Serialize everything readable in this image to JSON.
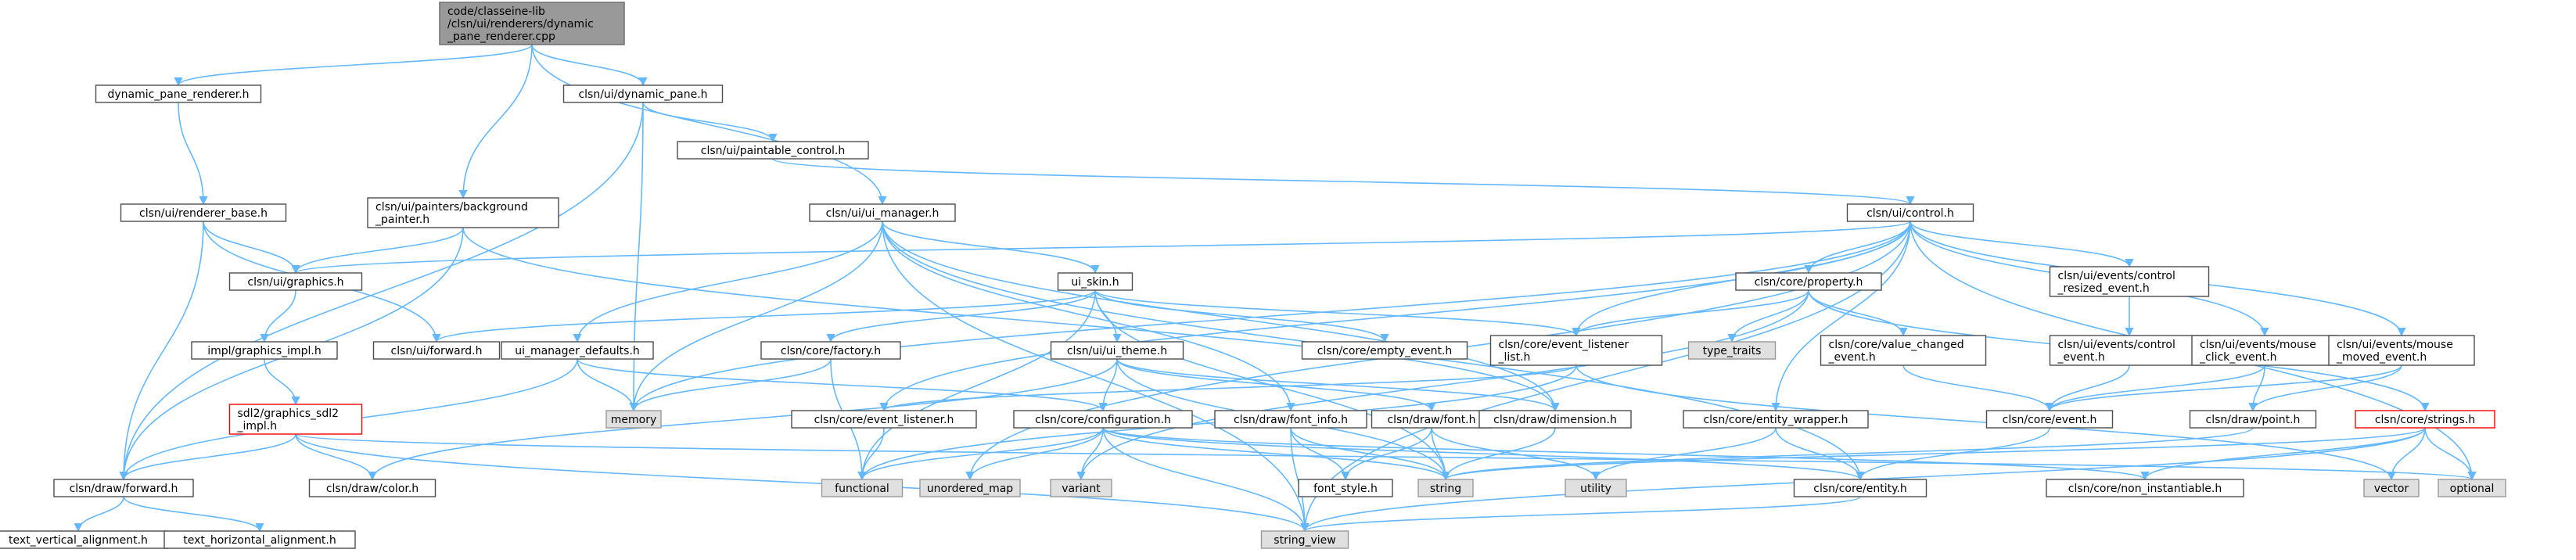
{
  "diagram": {
    "title": "",
    "colors": {
      "edge": "#63b8ff",
      "node_border": "#4d4d4d",
      "root_fill": "#999999",
      "system_fill": "#e0e0e0",
      "incomplete_border": "#ff0000"
    },
    "nodes": [
      {
        "id": "root",
        "lines": [
          "code/classeine-lib",
          "/clsn/ui/renderers/dynamic",
          "_pane_renderer.cpp"
        ],
        "kind": "root"
      },
      {
        "id": "dynamic_pane_renderer_h",
        "lines": [
          "dynamic_pane_renderer.h"
        ],
        "kind": "normal"
      },
      {
        "id": "dynamic_pane_h",
        "lines": [
          "clsn/ui/dynamic_pane.h"
        ],
        "kind": "normal"
      },
      {
        "id": "renderer_base_h",
        "lines": [
          "clsn/ui/renderer_base.h"
        ],
        "kind": "normal"
      },
      {
        "id": "paintable_control_h",
        "lines": [
          "clsn/ui/paintable_control.h"
        ],
        "kind": "normal"
      },
      {
        "id": "background_painter_h",
        "lines": [
          "clsn/ui/painters/background",
          "_painter.h"
        ],
        "kind": "normal"
      },
      {
        "id": "ui_manager_h",
        "lines": [
          "clsn/ui/ui_manager.h"
        ],
        "kind": "normal"
      },
      {
        "id": "control_h",
        "lines": [
          "clsn/ui/control.h"
        ],
        "kind": "normal"
      },
      {
        "id": "graphics_h",
        "lines": [
          "clsn/ui/graphics.h"
        ],
        "kind": "normal"
      },
      {
        "id": "ui_skin_h",
        "lines": [
          "ui_skin.h"
        ],
        "kind": "normal"
      },
      {
        "id": "property_h",
        "lines": [
          "clsn/core/property.h"
        ],
        "kind": "normal"
      },
      {
        "id": "control_resized_event_h",
        "lines": [
          "clsn/ui/events/control",
          "_resized_event.h"
        ],
        "kind": "normal"
      },
      {
        "id": "graphics_impl_h",
        "lines": [
          "impl/graphics_impl.h"
        ],
        "kind": "normal"
      },
      {
        "id": "ui_forward_h",
        "lines": [
          "clsn/ui/forward.h"
        ],
        "kind": "normal"
      },
      {
        "id": "ui_manager_defaults_h",
        "lines": [
          "ui_manager_defaults.h"
        ],
        "kind": "normal"
      },
      {
        "id": "factory_h",
        "lines": [
          "clsn/core/factory.h"
        ],
        "kind": "normal"
      },
      {
        "id": "ui_theme_h",
        "lines": [
          "clsn/ui/ui_theme.h"
        ],
        "kind": "normal"
      },
      {
        "id": "empty_event_h",
        "lines": [
          "clsn/core/empty_event.h"
        ],
        "kind": "normal"
      },
      {
        "id": "event_listener_list_h",
        "lines": [
          "clsn/core/event_listener",
          "_list.h"
        ],
        "kind": "normal"
      },
      {
        "id": "type_traits",
        "lines": [
          "type_traits"
        ],
        "kind": "system"
      },
      {
        "id": "value_changed_event_h",
        "lines": [
          "clsn/core/value_changed",
          "_event.h"
        ],
        "kind": "normal"
      },
      {
        "id": "control_event_h",
        "lines": [
          "clsn/ui/events/control",
          "_event.h"
        ],
        "kind": "normal"
      },
      {
        "id": "mouse_click_event_h",
        "lines": [
          "clsn/ui/events/mouse",
          "_click_event.h"
        ],
        "kind": "normal"
      },
      {
        "id": "mouse_moved_event_h",
        "lines": [
          "clsn/ui/events/mouse",
          "_moved_event.h"
        ],
        "kind": "normal"
      },
      {
        "id": "graphics_sdl2_impl_h",
        "lines": [
          "sdl2/graphics_sdl2",
          "_impl.h"
        ],
        "kind": "incomplete"
      },
      {
        "id": "memory",
        "lines": [
          "memory"
        ],
        "kind": "system"
      },
      {
        "id": "event_listener_h",
        "lines": [
          "clsn/core/event_listener.h"
        ],
        "kind": "normal"
      },
      {
        "id": "configuration_h",
        "lines": [
          "clsn/core/configuration.h"
        ],
        "kind": "normal"
      },
      {
        "id": "font_info_h",
        "lines": [
          "clsn/draw/font_info.h"
        ],
        "kind": "normal"
      },
      {
        "id": "font_h",
        "lines": [
          "clsn/draw/font.h"
        ],
        "kind": "normal"
      },
      {
        "id": "dimension_h",
        "lines": [
          "clsn/draw/dimension.h"
        ],
        "kind": "normal"
      },
      {
        "id": "entity_wrapper_h",
        "lines": [
          "clsn/core/entity_wrapper.h"
        ],
        "kind": "normal"
      },
      {
        "id": "event_h",
        "lines": [
          "clsn/core/event.h"
        ],
        "kind": "normal"
      },
      {
        "id": "point_h",
        "lines": [
          "clsn/draw/point.h"
        ],
        "kind": "normal"
      },
      {
        "id": "strings_h",
        "lines": [
          "clsn/core/strings.h"
        ],
        "kind": "incomplete"
      },
      {
        "id": "draw_forward_h",
        "lines": [
          "clsn/draw/forward.h"
        ],
        "kind": "normal"
      },
      {
        "id": "color_h",
        "lines": [
          "clsn/draw/color.h"
        ],
        "kind": "normal"
      },
      {
        "id": "functional",
        "lines": [
          "functional"
        ],
        "kind": "system"
      },
      {
        "id": "unordered_map",
        "lines": [
          "unordered_map"
        ],
        "kind": "system"
      },
      {
        "id": "variant",
        "lines": [
          "variant"
        ],
        "kind": "system"
      },
      {
        "id": "font_style_h",
        "lines": [
          "font_style.h"
        ],
        "kind": "normal"
      },
      {
        "id": "string",
        "lines": [
          "string"
        ],
        "kind": "system"
      },
      {
        "id": "utility",
        "lines": [
          "utility"
        ],
        "kind": "system"
      },
      {
        "id": "entity_h",
        "lines": [
          "clsn/core/entity.h"
        ],
        "kind": "normal"
      },
      {
        "id": "non_instantiable_h",
        "lines": [
          "clsn/core/non_instantiable.h"
        ],
        "kind": "normal"
      },
      {
        "id": "vector",
        "lines": [
          "vector"
        ],
        "kind": "system"
      },
      {
        "id": "optional",
        "lines": [
          "optional"
        ],
        "kind": "system"
      },
      {
        "id": "text_vertical_alignment_h",
        "lines": [
          "text_vertical_alignment.h"
        ],
        "kind": "normal"
      },
      {
        "id": "text_horizontal_alignment_h",
        "lines": [
          "text_horizontal_alignment.h"
        ],
        "kind": "normal"
      },
      {
        "id": "string_view",
        "lines": [
          "string_view"
        ],
        "kind": "system"
      }
    ],
    "edges": [
      [
        "root",
        "dynamic_pane_renderer_h"
      ],
      [
        "root",
        "dynamic_pane_h"
      ],
      [
        "root",
        "background_painter_h"
      ],
      [
        "root",
        "ui_manager_h"
      ],
      [
        "dynamic_pane_renderer_h",
        "renderer_base_h"
      ],
      [
        "dynamic_pane_h",
        "paintable_control_h"
      ],
      [
        "dynamic_pane_h",
        "memory"
      ],
      [
        "dynamic_pane_h",
        "draw_forward_h"
      ],
      [
        "paintable_control_h",
        "control_h"
      ],
      [
        "renderer_base_h",
        "graphics_h"
      ],
      [
        "renderer_base_h",
        "ui_forward_h"
      ],
      [
        "renderer_base_h",
        "draw_forward_h"
      ],
      [
        "background_painter_h",
        "graphics_h"
      ],
      [
        "background_painter_h",
        "draw_forward_h"
      ],
      [
        "background_painter_h",
        "dimension_h"
      ],
      [
        "ui_manager_h",
        "ui_skin_h"
      ],
      [
        "ui_manager_h",
        "ui_manager_defaults_h"
      ],
      [
        "ui_manager_h",
        "memory"
      ],
      [
        "ui_manager_h",
        "string_view"
      ],
      [
        "ui_manager_h",
        "entity_h"
      ],
      [
        "ui_manager_h",
        "font_info_h"
      ],
      [
        "ui_manager_h",
        "dimension_h"
      ],
      [
        "control_h",
        "graphics_h"
      ],
      [
        "control_h",
        "property_h"
      ],
      [
        "control_h",
        "control_resized_event_h"
      ],
      [
        "control_h",
        "mouse_click_event_h"
      ],
      [
        "control_h",
        "mouse_moved_event_h"
      ],
      [
        "control_h",
        "event_listener_list_h"
      ],
      [
        "control_h",
        "entity_wrapper_h"
      ],
      [
        "control_h",
        "memory"
      ],
      [
        "control_h",
        "optional"
      ],
      [
        "control_h",
        "string_view"
      ],
      [
        "control_h",
        "unordered_map"
      ],
      [
        "control_h",
        "event_listener_h"
      ],
      [
        "graphics_h",
        "graphics_impl_h"
      ],
      [
        "graphics_impl_h",
        "graphics_sdl2_impl_h"
      ],
      [
        "graphics_sdl2_impl_h",
        "draw_forward_h"
      ],
      [
        "graphics_sdl2_impl_h",
        "color_h"
      ],
      [
        "graphics_sdl2_impl_h",
        "optional"
      ],
      [
        "graphics_sdl2_impl_h",
        "string_view"
      ],
      [
        "ui_skin_h",
        "ui_forward_h"
      ],
      [
        "ui_skin_h",
        "factory_h"
      ],
      [
        "ui_skin_h",
        "ui_theme_h"
      ],
      [
        "ui_skin_h",
        "empty_event_h"
      ],
      [
        "ui_skin_h",
        "event_listener_list_h"
      ],
      [
        "ui_skin_h",
        "functional"
      ],
      [
        "ui_skin_h",
        "string"
      ],
      [
        "ui_manager_defaults_h",
        "configuration_h"
      ],
      [
        "ui_manager_defaults_h",
        "memory"
      ],
      [
        "ui_manager_defaults_h",
        "draw_forward_h"
      ],
      [
        "factory_h",
        "memory"
      ],
      [
        "factory_h",
        "functional"
      ],
      [
        "ui_theme_h",
        "configuration_h"
      ],
      [
        "ui_theme_h",
        "font_h"
      ],
      [
        "ui_theme_h",
        "dimension_h"
      ],
      [
        "ui_theme_h",
        "color_h"
      ],
      [
        "ui_theme_h",
        "string"
      ],
      [
        "property_h",
        "type_traits"
      ],
      [
        "property_h",
        "value_changed_event_h"
      ],
      [
        "property_h",
        "event_listener_list_h"
      ],
      [
        "property_h",
        "strings_h"
      ],
      [
        "property_h",
        "variant"
      ],
      [
        "control_resized_event_h",
        "control_event_h"
      ],
      [
        "control_event_h",
        "event_h"
      ],
      [
        "mouse_click_event_h",
        "event_h"
      ],
      [
        "mouse_click_event_h",
        "point_h"
      ],
      [
        "mouse_moved_event_h",
        "event_h"
      ],
      [
        "mouse_moved_event_h",
        "point_h"
      ],
      [
        "value_changed_event_h",
        "event_h"
      ],
      [
        "event_listener_list_h",
        "event_listener_h"
      ],
      [
        "event_listener_list_h",
        "vector"
      ],
      [
        "event_listener_list_h",
        "functional"
      ],
      [
        "event_listener_h",
        "functional"
      ],
      [
        "configuration_h",
        "functional"
      ],
      [
        "configuration_h",
        "unordered_map"
      ],
      [
        "configuration_h",
        "variant"
      ],
      [
        "configuration_h",
        "string"
      ],
      [
        "configuration_h",
        "string_view"
      ],
      [
        "configuration_h",
        "entity_h"
      ],
      [
        "configuration_h",
        "non_instantiable_h"
      ],
      [
        "font_info_h",
        "font_style_h"
      ],
      [
        "font_info_h",
        "string"
      ],
      [
        "font_info_h",
        "string_view"
      ],
      [
        "font_h",
        "font_style_h"
      ],
      [
        "font_h",
        "string"
      ],
      [
        "font_h",
        "utility"
      ],
      [
        "dimension_h",
        "string"
      ],
      [
        "entity_wrapper_h",
        "entity_h"
      ],
      [
        "entity_wrapper_h",
        "utility"
      ],
      [
        "event_h",
        "entity_h"
      ],
      [
        "point_h",
        "string"
      ],
      [
        "strings_h",
        "non_instantiable_h"
      ],
      [
        "strings_h",
        "string"
      ],
      [
        "strings_h",
        "string_view"
      ],
      [
        "strings_h",
        "vector"
      ],
      [
        "strings_h",
        "optional"
      ],
      [
        "draw_forward_h",
        "text_vertical_alignment_h"
      ],
      [
        "draw_forward_h",
        "text_horizontal_alignment_h"
      ],
      [
        "entity_h",
        "string_view"
      ]
    ]
  }
}
